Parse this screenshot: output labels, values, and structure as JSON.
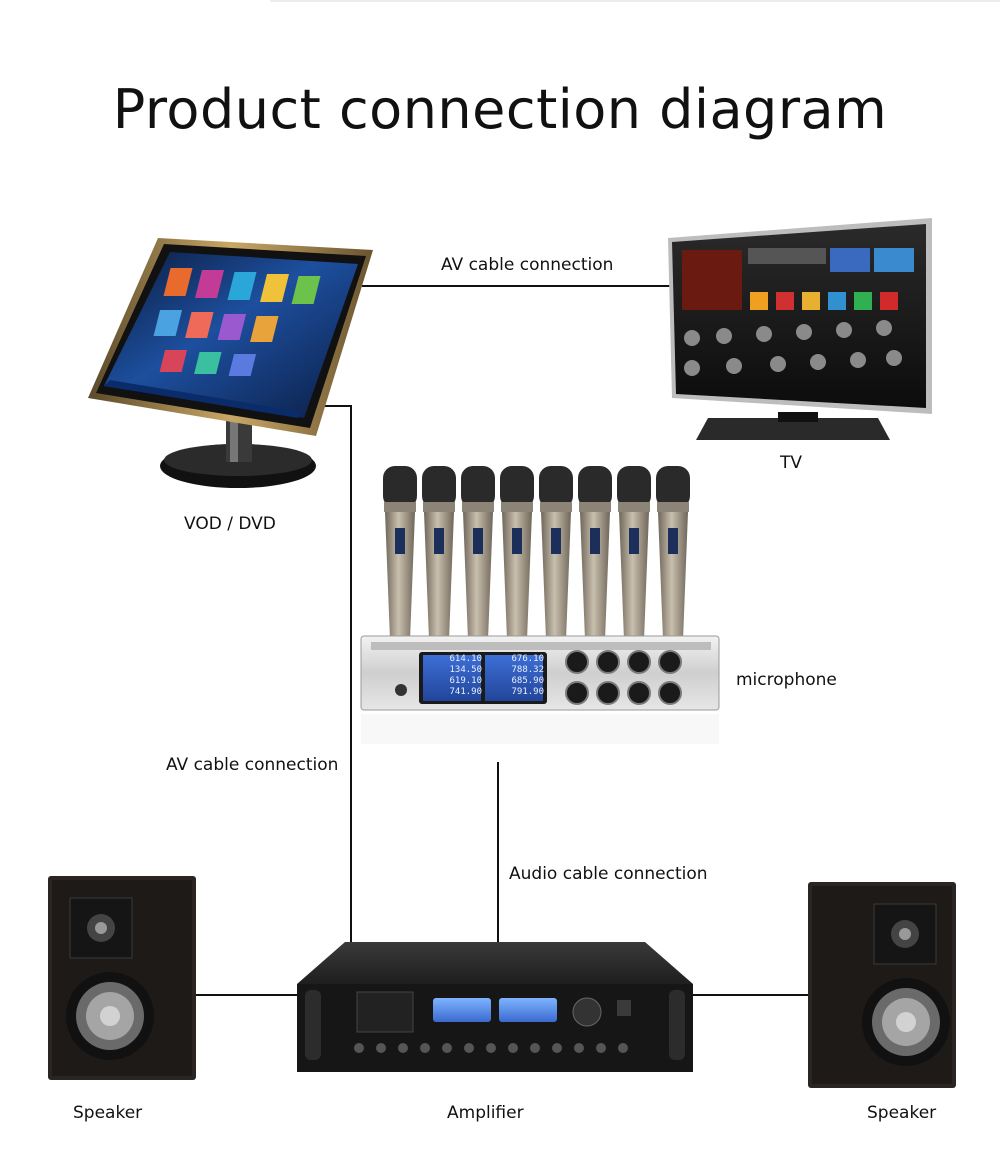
{
  "title": "Product connection diagram",
  "devices": {
    "vod": {
      "label": "VOD / DVD"
    },
    "tv": {
      "label": "TV"
    },
    "microphone": {
      "label": "microphone"
    },
    "amplifier": {
      "label": "Amplifier"
    },
    "speaker_left": {
      "label": "Speaker"
    },
    "speaker_right": {
      "label": "Speaker"
    }
  },
  "connections": {
    "vod_tv": {
      "label": "AV cable connection"
    },
    "vod_amp": {
      "label": "AV cable connection"
    },
    "mic_amp": {
      "label": "Audio cable connection"
    }
  },
  "mic_receiver": {
    "freq_left": [
      "614.10",
      "134.50",
      "619.10",
      "741.90"
    ],
    "freq_right": [
      "676.10",
      "788.32",
      "685.90",
      "791.90"
    ]
  },
  "colors": {
    "wire": "#111111",
    "mic_gold": "#a79e8e",
    "panel_blue": "#3a63c9"
  }
}
